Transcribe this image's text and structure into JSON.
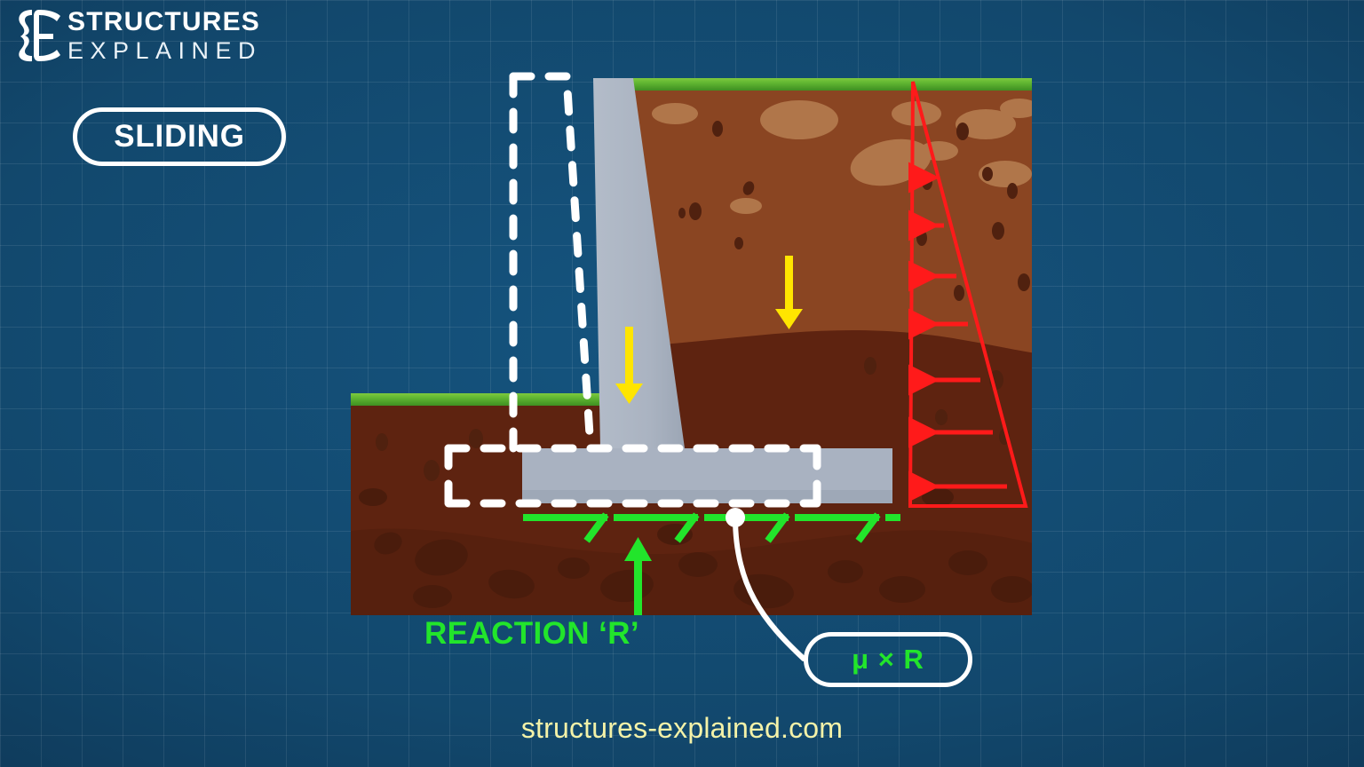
{
  "page": {
    "background_color": "#11486e",
    "grid_color": "rgba(255,255,255,0.085)"
  },
  "logo": {
    "mark": "se-monogram-icon",
    "line1": "STRUCTURES",
    "line2": "EXPLAINED",
    "color": "#ffffff"
  },
  "badges": {
    "topic": {
      "label": "SLIDING",
      "text_color": "#ffffff",
      "border_color": "#ffffff"
    },
    "friction": {
      "label": "μ × R",
      "text_color": "#22e52b",
      "border_color": "#ffffff"
    }
  },
  "labels": {
    "reaction": "REACTION ‘R’",
    "reaction_color": "#22e52b",
    "site_url": "structures-explained.com",
    "site_url_color": "#f4f2a8"
  },
  "diagram": {
    "type": "retaining-wall-sliding-free-body",
    "colors": {
      "concrete": "#a9b2c1",
      "concrete_shadow": "#9aa4b4",
      "soil_upper": "#8a4522",
      "soil_lower": "#5e2310",
      "soil_pebble_light": "#b0764a",
      "soil_pebble_dark": "#50210f",
      "grass": "#4fa32a",
      "grass_highlight": "#86ce45",
      "earth_pressure": "#ff1a1a",
      "self_weight": "#ffe500",
      "friction_and_reaction": "#22e52b",
      "displaced_outline": "#ffffff"
    },
    "elements": [
      {
        "name": "retained-soil-mass",
        "description": "backfill soil behind wall, two layers"
      },
      {
        "name": "grass-strip-upper",
        "description": "grass on top of retained soil"
      },
      {
        "name": "grass-strip-lower",
        "description": "grass on top of front ground"
      },
      {
        "name": "retaining-wall-stem",
        "description": "tapered gravity wall stem"
      },
      {
        "name": "retaining-wall-footing",
        "description": "horizontal base slab"
      },
      {
        "name": "displaced-wall-outline",
        "description": "white dashed outline of wall after sliding, shifted left"
      },
      {
        "name": "earth-pressure-triangle",
        "description": "red triangular lateral earth pressure distribution with 7 arrows"
      },
      {
        "name": "self-weight-arrow-stem",
        "description": "yellow downward arrow on wall stem"
      },
      {
        "name": "self-weight-arrow-soil",
        "description": "yellow downward arrow on retained soil"
      },
      {
        "name": "friction-arrows",
        "description": "green rightward friction arrows along base"
      },
      {
        "name": "reaction-arrow",
        "description": "green upward reaction arrow under footing"
      },
      {
        "name": "leader-line",
        "description": "white curved leader from base to mu x R badge"
      }
    ],
    "earth_pressure_arrow_count": 7,
    "friction_arrow_count": 5
  }
}
